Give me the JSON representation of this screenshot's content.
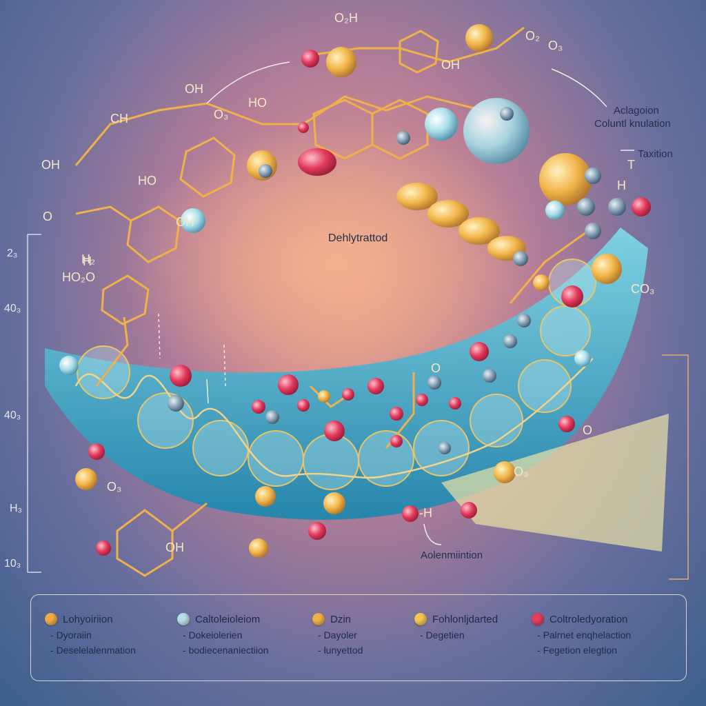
{
  "center_label": "Dehlytrattod",
  "side_labels": {
    "top_right_1": "Aclagoion",
    "top_right_2": "Coluntl knulation",
    "transition": "Taxition",
    "bottom": "Aolenmiintion"
  },
  "chem_labels": [
    "O₂H",
    "OH",
    "OH",
    "HO",
    "HO",
    "O₃",
    "O₂",
    "O₃",
    "CH",
    "OH",
    "OH",
    "H₂",
    "HO₂O",
    "O",
    "OH",
    "O₃",
    "O",
    "-H",
    "O₃",
    "CO₃",
    "O",
    "H",
    "T",
    "H"
  ],
  "axis_ticks": [
    "2₃",
    "40₃",
    "40₃",
    "H₃",
    "10₃"
  ],
  "colors": {
    "yellow": "#f2b64a",
    "teal": "#8fd6e6",
    "red": "#e23a5c",
    "band": "#3aaec8"
  },
  "legend": [
    {
      "title": "Lohyoiriion",
      "color": "#f1ad45",
      "items": [
        "Dyoraiin",
        "Deselelalenmation"
      ]
    },
    {
      "title": "Caltoleioleiom",
      "color": "#b9dfe6",
      "items": [
        "Dokeiolerien",
        "bodiecenaniectiion"
      ]
    },
    {
      "title": "Dzin",
      "color": "#f1b24a",
      "items": [
        "Dayoler",
        "lunyettod"
      ]
    },
    {
      "title": "Fohlonljdarted",
      "color": "#f2c752",
      "items": [
        "Degetien"
      ]
    },
    {
      "title": "Coltroledyoration",
      "color": "#e8405c",
      "items": [
        "Palrnet enqhelaction",
        "Fegetion elegtion"
      ]
    }
  ]
}
